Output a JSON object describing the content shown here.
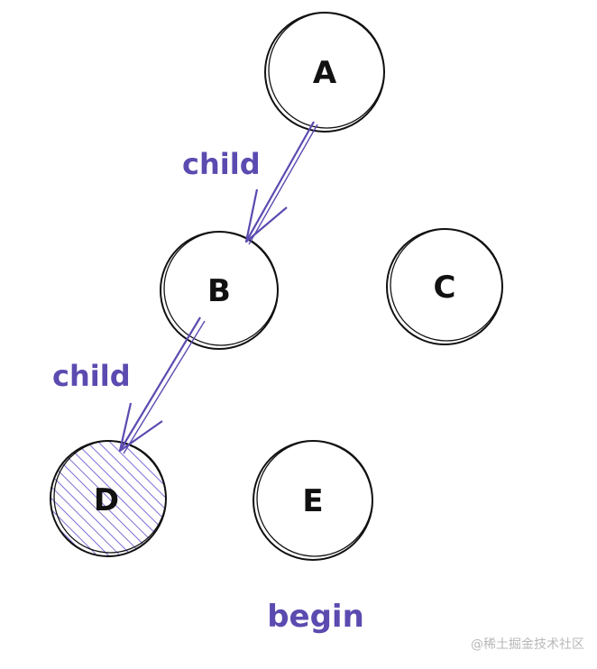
{
  "nodes": {
    "a": {
      "label": "A"
    },
    "b": {
      "label": "B"
    },
    "c": {
      "label": "C"
    },
    "d": {
      "label": "D"
    },
    "e": {
      "label": "E"
    }
  },
  "edges": {
    "a_b": {
      "label": "child"
    },
    "b_d": {
      "label": "child"
    }
  },
  "status": {
    "label": "begin"
  },
  "watermark": "@稀土掘金技术社区",
  "colors": {
    "accent": "#5b4bb0",
    "ink": "#111111",
    "hatch": "#7b6fd6"
  }
}
